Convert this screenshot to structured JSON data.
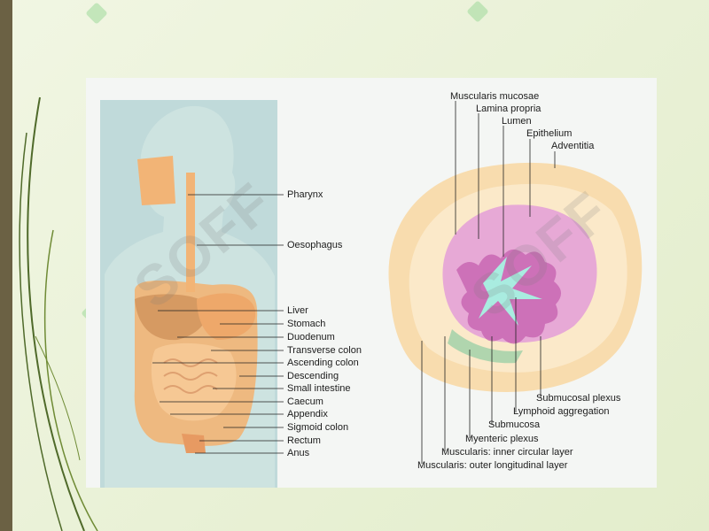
{
  "digestive": {
    "labels": [
      "Pharynx",
      "Oesophagus",
      "Liver",
      "Stomach",
      "Duodenum",
      "Transverse colon",
      "Ascending colon",
      "Descending",
      "Small intestine",
      "Caecum",
      "Appendix",
      "Sigmoid colon",
      "Rectum",
      "Anus"
    ]
  },
  "cross_section": {
    "top_labels": [
      "Muscularis mucosae",
      "Lamina propria",
      "Lumen",
      "Epithelium",
      "Adventitia"
    ],
    "bottom_labels": [
      "Submucosal plexus",
      "Lymphoid aggregation",
      "Submucosa",
      "Myenteric plexus",
      "Muscularis: inner circular layer",
      "Muscularis: outer longitudinal layer"
    ]
  },
  "watermark": "SOFF",
  "colors": {
    "slide_background": "#eef4de",
    "left_bar": "#6b6144",
    "panel": "#f4f6f4",
    "body_silhouette": "#a9cfcf",
    "organs": "#f2b476",
    "mucosa": "#d98ac6",
    "lumen": "#9fe3d3",
    "outer_layer": "#f8dcae"
  }
}
